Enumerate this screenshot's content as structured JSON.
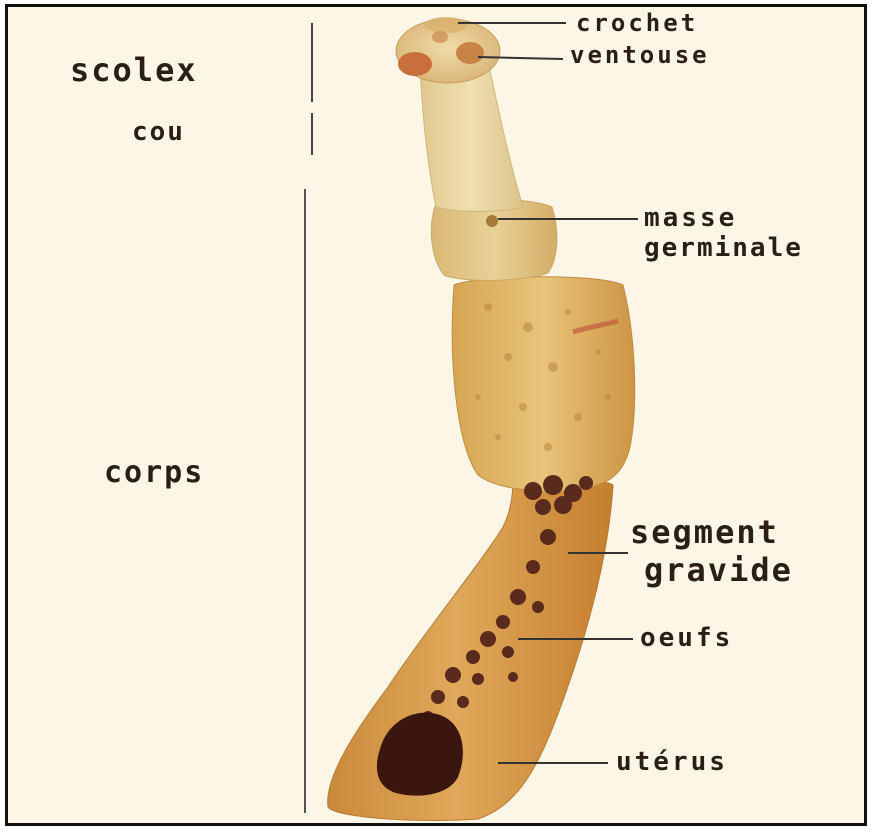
{
  "labels": {
    "left": {
      "scolex": "scolex",
      "cou": "cou",
      "corps": "corps"
    },
    "right": {
      "crochet": "crochet",
      "ventouse": "ventouse",
      "masse_line1": "masse",
      "masse_line2": "germinale",
      "segment_line1": "segment",
      "segment_line2": "gravide",
      "oeufs": "oeufs",
      "uterus": "utérus"
    }
  },
  "colors": {
    "background": "#fbf6e6",
    "worm_light": "#e9d59a",
    "worm_body": "#d9a851",
    "worm_dark": "#c27a2e",
    "eggs": "#5a2a1c",
    "uterus": "#3a160f",
    "text": "#2b1f15"
  }
}
